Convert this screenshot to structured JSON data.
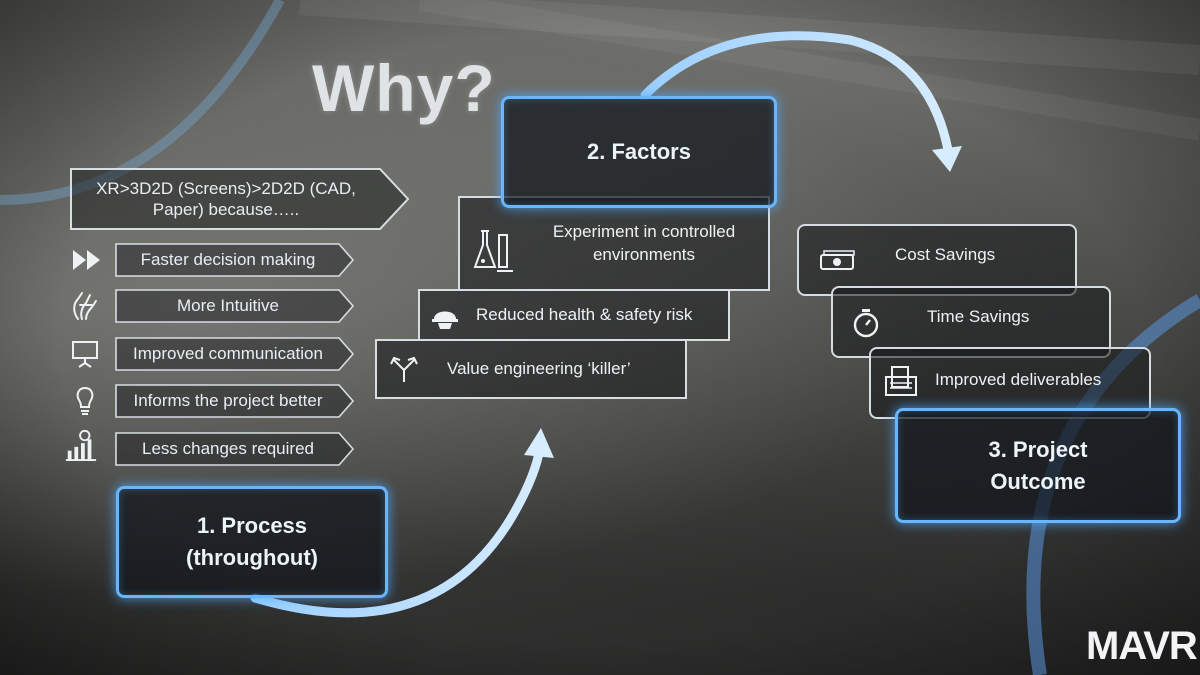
{
  "slide": {
    "title": "Why?",
    "lead": "XR>3D2D (Screens)>2D2D (CAD, Paper) because…..",
    "process": {
      "items": [
        {
          "label": "Faster decision making",
          "icon": "fast-forward-icon"
        },
        {
          "label": "More Intuitive",
          "icon": "hand-gesture-icon"
        },
        {
          "label": "Improved communication",
          "icon": "presentation-board-icon"
        },
        {
          "label": "Informs the project better",
          "icon": "lightbulb-icon"
        },
        {
          "label": "Less changes required",
          "icon": "chart-growth-icon"
        }
      ],
      "stage": "1. Process\n(throughout)"
    },
    "factors": {
      "stage": "2. Factors",
      "items": [
        {
          "label": "Experiment in controlled environments",
          "icon": "lab-flask-icon"
        },
        {
          "label": "Reduced health & safety risk",
          "icon": "safety-helmet-icon"
        },
        {
          "label": "Value engineering ‘killer’",
          "icon": "split-arrow-icon"
        }
      ]
    },
    "outcome": {
      "items": [
        {
          "label": "Cost Savings",
          "icon": "cash-icon"
        },
        {
          "label": "Time Savings",
          "icon": "stopwatch-icon"
        },
        {
          "label": "Improved deliverables",
          "icon": "documents-icon"
        }
      ],
      "stage": "3. Project\nOutcome"
    },
    "logo": "MAVR"
  },
  "colors": {
    "accent_glow": "#69b6ff",
    "outline": "#d8dde2",
    "text": "#eef2f5"
  }
}
